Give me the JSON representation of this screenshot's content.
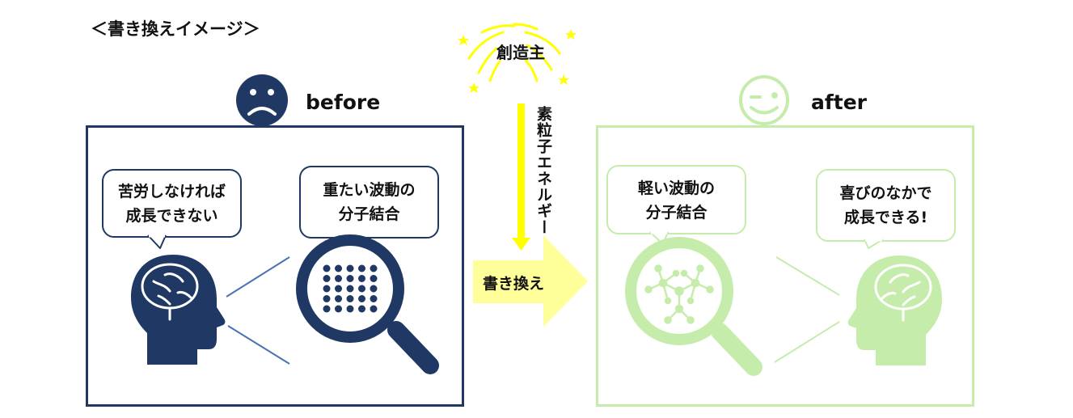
{
  "title": "＜書き換えイメージ＞",
  "before": {
    "label": "before",
    "thought_bubble": [
      "苦労しなければ",
      "成長できない"
    ],
    "wave_bubble": [
      "重たい波動の",
      "分子結合"
    ]
  },
  "after": {
    "label": "after",
    "wave_bubble": [
      "軽い波動の",
      "分子結合"
    ],
    "thought_bubble": [
      "喜びのなかで",
      "成長できる!"
    ]
  },
  "center": {
    "creator_label": "創造主",
    "energy_label": "素粒子エネルギー",
    "rewrite_label": "書き換え"
  },
  "colors": {
    "navy": "#1f3864",
    "light_green": "#c6ecab",
    "arrow_yellow": "#ffff00",
    "pale_yellow": "#ffff99",
    "burst_yellow": "#ffff00"
  },
  "icons": {
    "sad_face": "sad-face-icon",
    "smile_face": "smile-face-icon",
    "brain_head": "brain-head-icon",
    "magnifier": "magnifier-icon"
  }
}
